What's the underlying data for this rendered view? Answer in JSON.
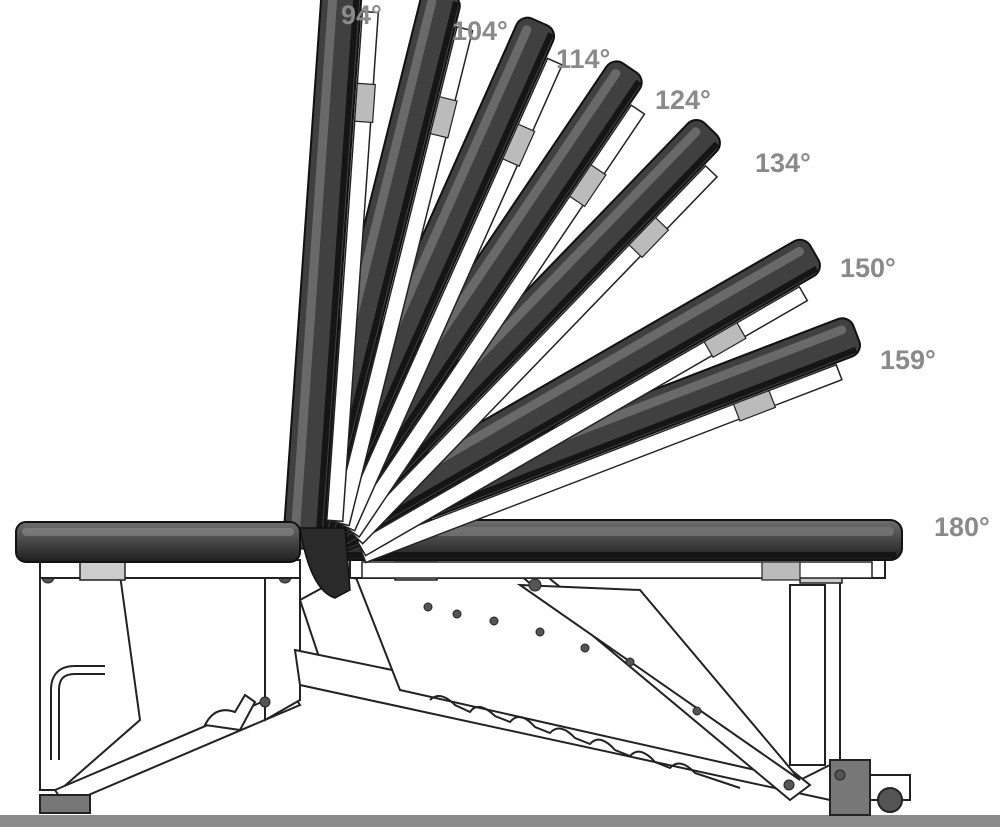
{
  "diagram": {
    "subject": "adjustable-weight-bench",
    "backrest_angles": [
      {
        "label": "94°",
        "angle_deg": 94
      },
      {
        "label": "104°",
        "angle_deg": 104
      },
      {
        "label": "114°",
        "angle_deg": 114
      },
      {
        "label": "124°",
        "angle_deg": 124
      },
      {
        "label": "134°",
        "angle_deg": 134
      },
      {
        "label": "150°",
        "angle_deg": 150
      },
      {
        "label": "159°",
        "angle_deg": 159
      },
      {
        "label": "180°",
        "angle_deg": 180
      }
    ],
    "colors": {
      "pad_dark": "#3a3a3a",
      "pad_light": "#6a6a6a",
      "frame_stroke": "#222222",
      "frame_fill": "#ffffff",
      "label_grey": "#8a8a8a",
      "floor_grey": "#888888"
    }
  }
}
